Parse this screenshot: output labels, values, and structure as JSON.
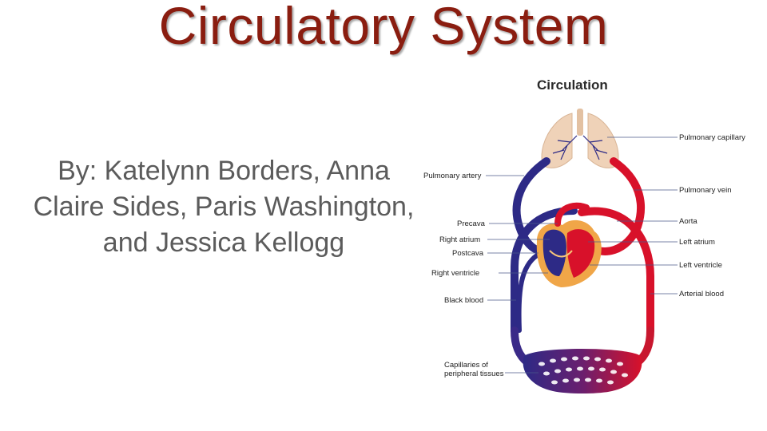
{
  "slide": {
    "title": "Circulatory System",
    "authors": "By: Katelynn Borders, Anna Claire Sides, Paris Washington, and Jessica Kellogg"
  },
  "diagram": {
    "title": "Circulation",
    "labels": {
      "pulmonary_capillary": "Pulmonary capillary",
      "pulmonary_artery": "Pulmonary artery",
      "pulmonary_vein": "Pulmonary vein",
      "precava": "Precava",
      "aorta": "Aorta",
      "right_atrium": "Right atrium",
      "left_atrium": "Left atrium",
      "postcava": "Postcava",
      "left_ventricle": "Left ventricle",
      "right_ventricle": "Right ventricle",
      "arterial_blood": "Arterial blood",
      "black_blood": "Black blood",
      "capillaries_line1": "Capillaries of",
      "capillaries_line2": "peripheral tissues"
    },
    "colors": {
      "venous": "#2d2a86",
      "arterial": "#d8112a",
      "lung": "#efd2b8",
      "heart_muscle": "#f0a648",
      "title_red": "#8a1d10"
    }
  }
}
